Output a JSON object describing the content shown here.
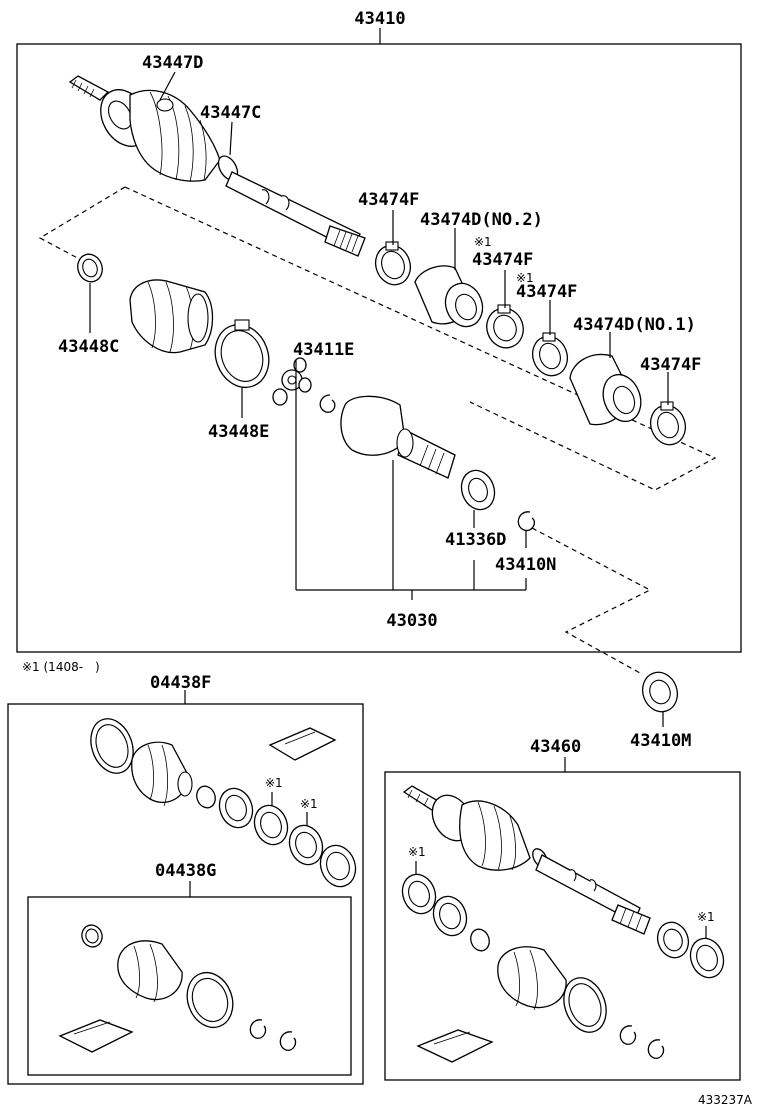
{
  "labels": {
    "asm_43410": "43410",
    "p_43447D": "43447D",
    "p_43447C": "43447C",
    "p_43474F_a": "43474F",
    "p_43474D_no2": "43474D(NO.2)",
    "note_mark_a": "※1",
    "p_43474F_b": "43474F",
    "note_mark_b": "※1",
    "p_43474F_c": "43474F",
    "p_43474D_no1": "43474D(NO.1)",
    "p_43474F_d": "43474F",
    "p_43448C": "43448C",
    "p_43411E": "43411E",
    "p_43448E": "43448E",
    "p_41336D": "41336D",
    "p_43410N": "43410N",
    "p_43030": "43030",
    "footnote": "※1 (1408-　)",
    "kit_04438F": "04438F",
    "kit_mark_a": "※1",
    "kit_mark_b": "※1",
    "kit_04438G": "04438G",
    "p_43410M": "43410M",
    "asm_43460": "43460",
    "asm2_mark_a": "※1",
    "asm2_mark_b": "※1",
    "ref_code": "433237A"
  },
  "icons": [
    "drive-shaft",
    "cv-boot",
    "boot-clamp",
    "tripod-joint",
    "snap-ring",
    "dust-seal",
    "grease-packet",
    "outboard-joint",
    "inboard-joint"
  ]
}
